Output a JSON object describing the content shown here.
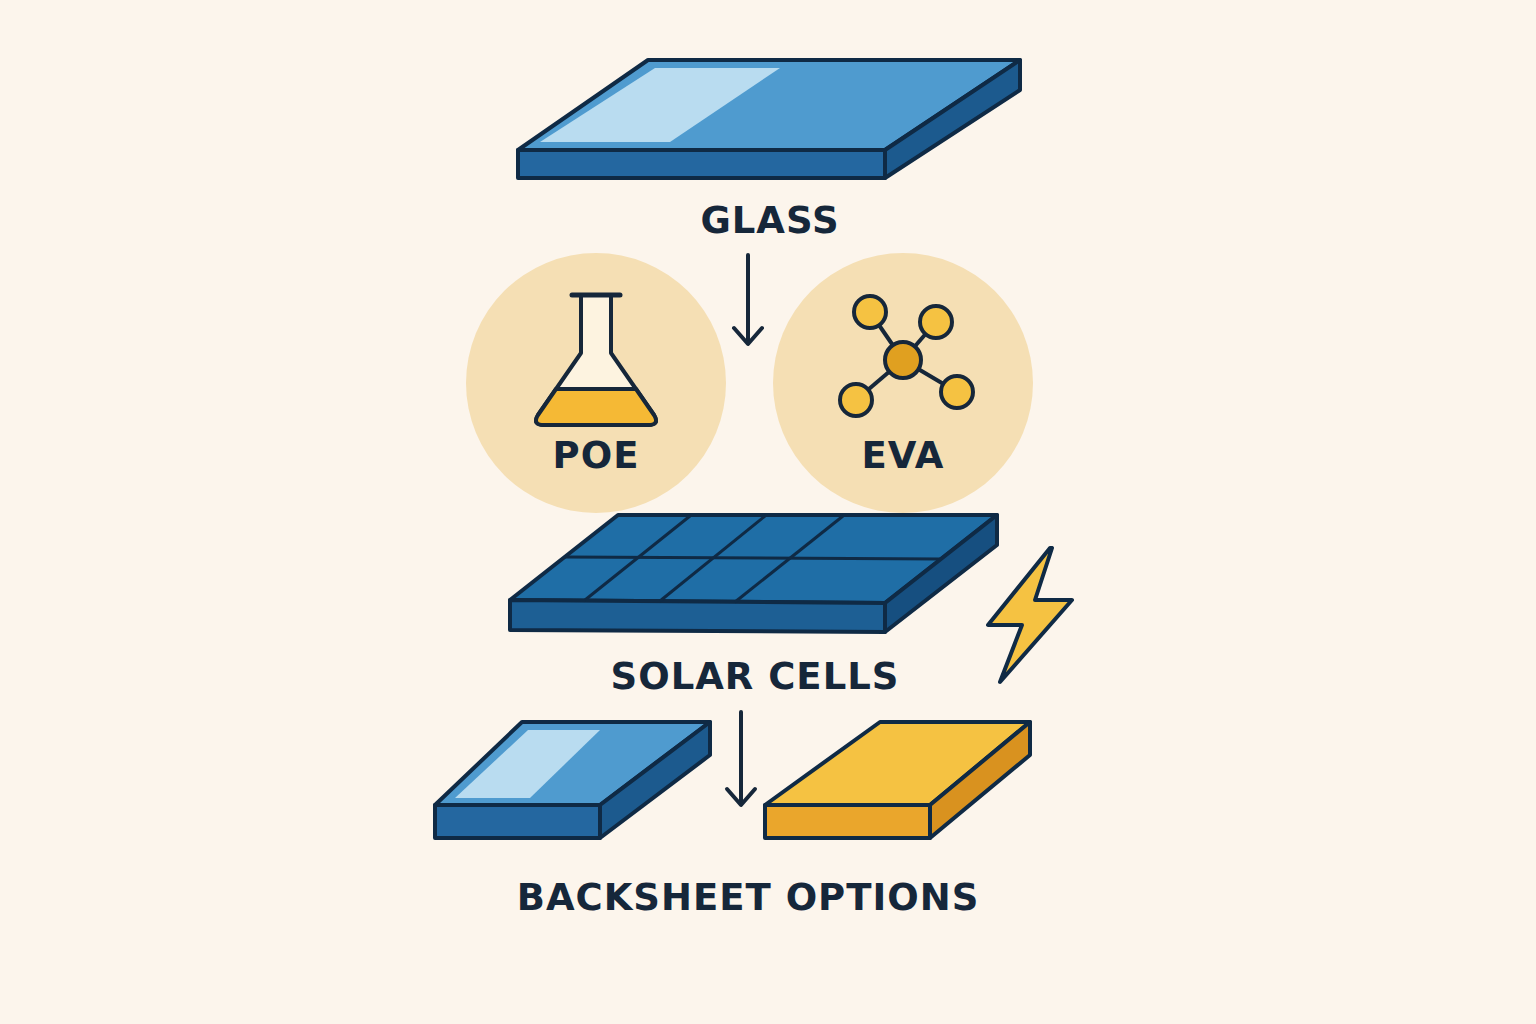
{
  "diagram": {
    "nodes": [
      {
        "text": [
          "GLASS"
        ]
      },
      {
        "text": [
          "POE"
        ]
      },
      {
        "text": [
          "EVA"
        ]
      },
      {
        "text": [
          "SOLAR CELLS"
        ]
      }
    ],
    "labels": [
      "BACKSHEET OPTIONS"
    ]
  }
}
